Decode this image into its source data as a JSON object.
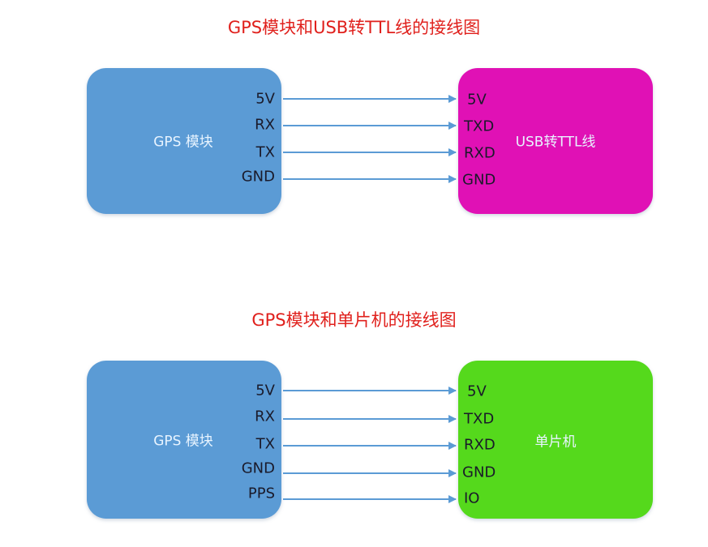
{
  "colors": {
    "title": "#e0201c",
    "gps_box": "#5b9bd5",
    "usb_ttl_box": "#e011b5",
    "mcu_box": "#55d91c",
    "wire": "#5b9bd5"
  },
  "diagrams": [
    {
      "title": "GPS模块和USB转TTL线的接线图",
      "left_block": {
        "label": "GPS 模块",
        "pins": [
          "5V",
          "RX",
          "TX",
          "GND"
        ]
      },
      "right_block": {
        "label": "USB转TTL线",
        "pins": [
          "5V",
          "TXD",
          "RXD",
          "GND"
        ]
      },
      "connections": [
        {
          "from": "5V",
          "to": "5V"
        },
        {
          "from": "RX",
          "to": "TXD"
        },
        {
          "from": "TX",
          "to": "RXD"
        },
        {
          "from": "GND",
          "to": "GND"
        }
      ]
    },
    {
      "title": "GPS模块和单片机的接线图",
      "left_block": {
        "label": "GPS 模块",
        "pins": [
          "5V",
          "RX",
          "TX",
          "GND",
          "PPS"
        ]
      },
      "right_block": {
        "label": "单片机",
        "pins": [
          "5V",
          "TXD",
          "RXD",
          "GND",
          "IO"
        ]
      },
      "connections": [
        {
          "from": "5V",
          "to": "5V"
        },
        {
          "from": "RX",
          "to": "TXD"
        },
        {
          "from": "TX",
          "to": "RXD"
        },
        {
          "from": "GND",
          "to": "GND"
        },
        {
          "from": "PPS",
          "to": "IO"
        }
      ]
    }
  ]
}
